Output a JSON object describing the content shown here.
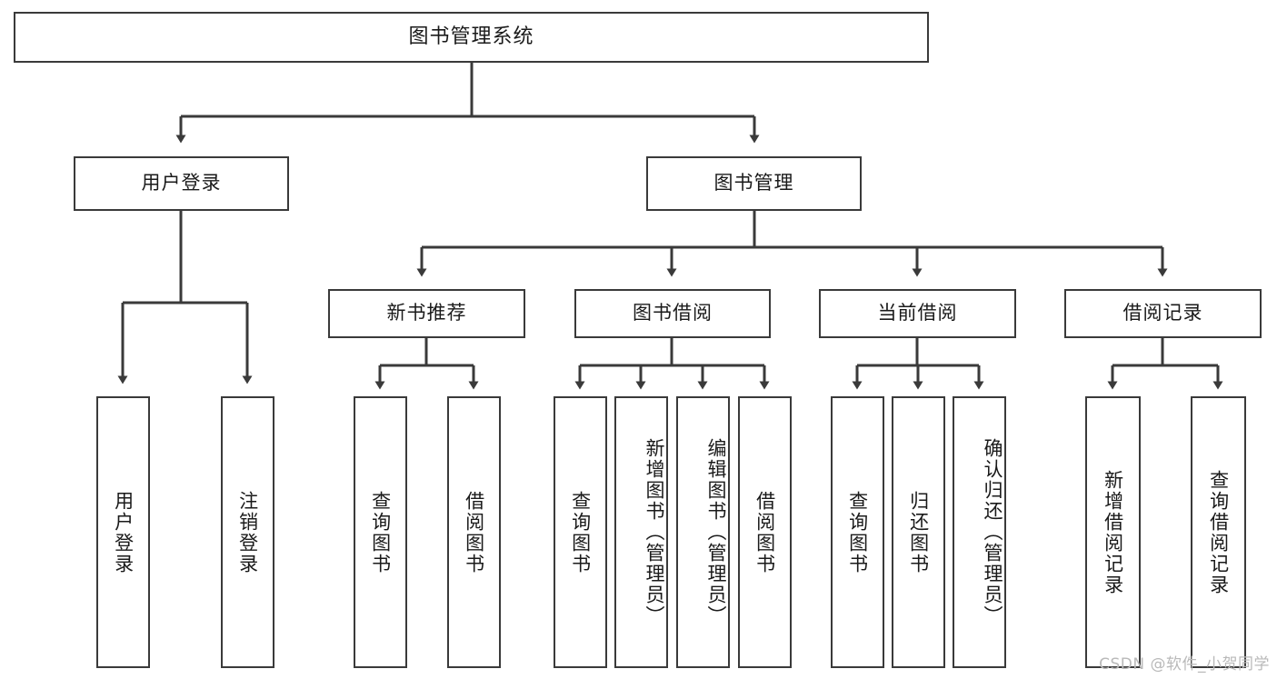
{
  "diagram": {
    "title": "图书管理系统",
    "root": {
      "label": "图书管理系统"
    },
    "level1": [
      {
        "label": "用户登录"
      },
      {
        "label": "图书管理"
      }
    ],
    "level2": [
      {
        "label": "新书推荐"
      },
      {
        "label": "图书借阅"
      },
      {
        "label": "当前借阅"
      },
      {
        "label": "借阅记录"
      }
    ],
    "leaves": {
      "user_login": [
        {
          "label": "用户登录"
        },
        {
          "label": "注销登录"
        }
      ],
      "new_book_recommend": [
        {
          "label": "查询图书"
        },
        {
          "label": "借阅图书"
        }
      ],
      "book_borrow": [
        {
          "label": "查询图书"
        },
        {
          "label": "新增图书（管理员）"
        },
        {
          "label": "编辑图书（管理员）"
        },
        {
          "label": "借阅图书"
        }
      ],
      "current_borrow": [
        {
          "label": "查询图书"
        },
        {
          "label": "归还图书"
        },
        {
          "label": "确认归还（管理员）"
        }
      ],
      "borrow_record": [
        {
          "label": "新增借阅记录"
        },
        {
          "label": "查询借阅记录"
        }
      ]
    }
  },
  "watermark": {
    "text": "CSDN @软件_小贺同学"
  },
  "colors": {
    "stroke": "#3a3a3a",
    "background": "#ffffff",
    "text": "#1a1a1a",
    "watermark": "#b9b9b9"
  }
}
